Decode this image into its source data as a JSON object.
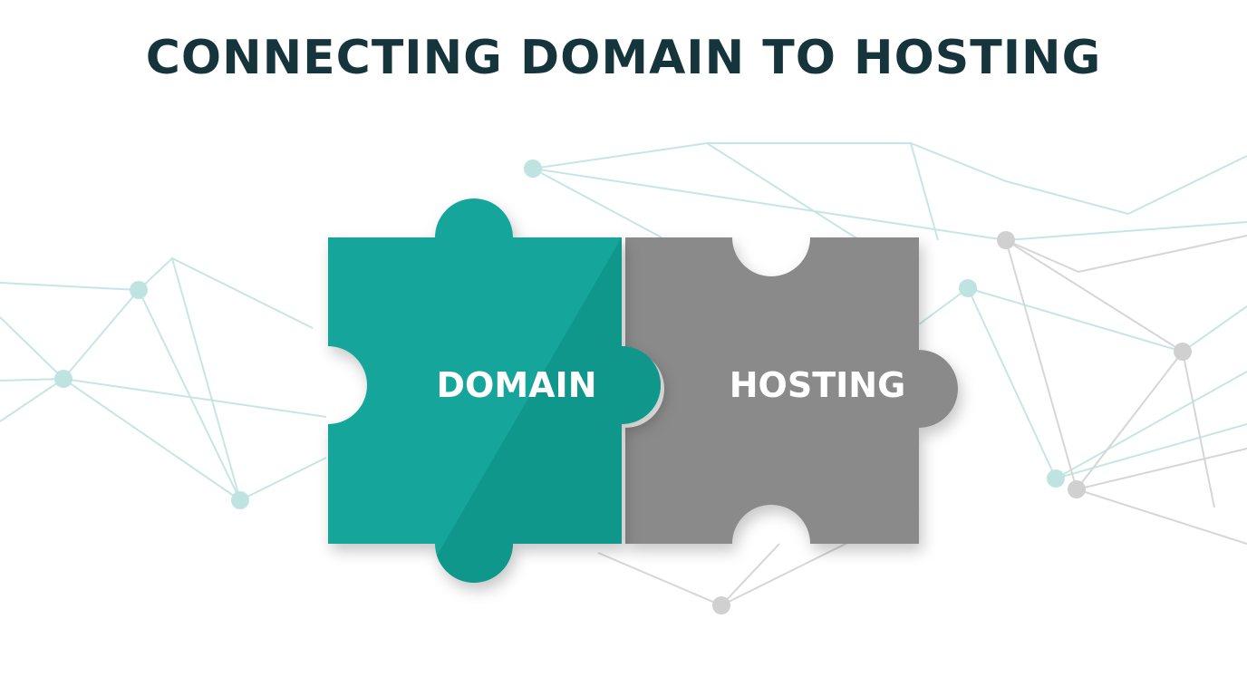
{
  "title": "CONNECTING DOMAIN TO HOSTING",
  "pieces": {
    "domain": {
      "label": "DOMAIN",
      "color": "#13a59a",
      "shade": "#0f978c"
    },
    "hosting": {
      "label": "HOSTING",
      "color": "#8a8a8a",
      "shade": "#7e7e7e"
    }
  },
  "background": {
    "network_teal": "#bfe3e1",
    "network_gray": "#d2d2d2"
  }
}
